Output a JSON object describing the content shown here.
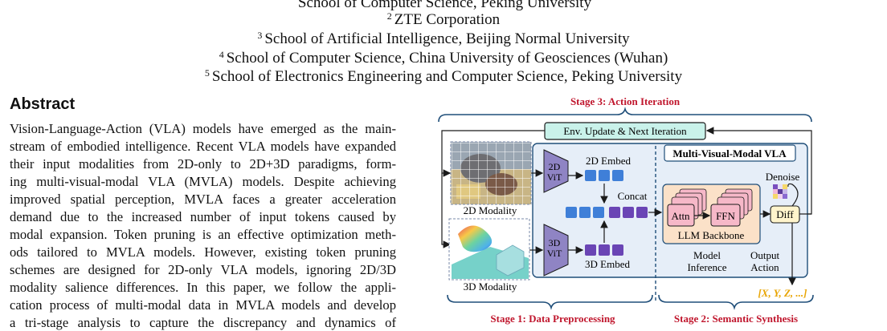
{
  "affiliations": [
    {
      "num": "",
      "text": "School of Computer Science, Peking University"
    },
    {
      "num": "2",
      "text": "ZTE Corporation"
    },
    {
      "num": "3",
      "text": "School of Artificial Intelligence, Beijing Normal University"
    },
    {
      "num": "4",
      "text": "School of Computer Science, China University of Geosciences (Wuhan)"
    },
    {
      "num": "5",
      "text": "School of Electronics Engineering and Computer Science, Peking University"
    }
  ],
  "abstract": {
    "heading": "Abstract",
    "lines": [
      "Vision-Language-Action (VLA) models have emerged as the main-",
      "stream of embodied intelligence. Recent VLA models have expanded",
      "their input modalities from 2D-only to 2D+3D paradigms, form-",
      "ing multi-visual-modal VLA (MVLA) models. Despite achieving",
      "improved spatial perception, MVLA faces a greater acceleration",
      "demand due to the increased number of input tokens caused by",
      "modal expansion. Token pruning is an effective optimization meth-",
      "ods tailored to MVLA models. However, existing token pruning",
      "schemes are designed for 2D-only VLA models, ignoring 2D/3D",
      "modality salience differences. In this paper, we follow the appli-",
      "cation process of multi-modal data in MVLA models and develop",
      "a tri-stage analysis to capture the discrepancy and dynamics of"
    ]
  },
  "figure": {
    "stage3": "Stage 3: Action Iteration",
    "stage1": "Stage 1: Data Preprocessing",
    "stage2": "Stage 2: Semantic Synthesis",
    "env_update": "Env. Update & Next Iteration",
    "mvla_title": "Multi-Visual-Modal VLA",
    "vit2d_line1": "2D",
    "vit2d_line2": "ViT",
    "vit3d_line1": "3D",
    "vit3d_line2": "ViT",
    "embed2d": "2D Embed",
    "embed3d": "3D Embed",
    "concat": "Concat",
    "modality2d": "2D Modality",
    "modality3d": "3D Modality",
    "attn": "Attn",
    "ffn": "FFN",
    "llm_backbone": "LLM Backbone",
    "denoise": "Denoise",
    "diff": "Diff",
    "model_inference_1": "Model",
    "model_inference_2": "Inference",
    "output_action_1": "Output",
    "output_action_2": "Action",
    "output_vector": "[X, Y, Z, ...]",
    "colors": {
      "stage_red": "#c0162d",
      "navy": "#1f4e79",
      "panel_fill": "#e6eef8",
      "vit_purple": "#8f84c4",
      "token_blue": "#3f7fd8",
      "token_purple": "#6a45b5",
      "llm_orange": "#fbe1c8",
      "block_pink": "#f6b8c8",
      "env_mint": "#c9f2ea",
      "diff_yellow": "#fff4cc",
      "vector_gold": "#e8a400"
    }
  }
}
